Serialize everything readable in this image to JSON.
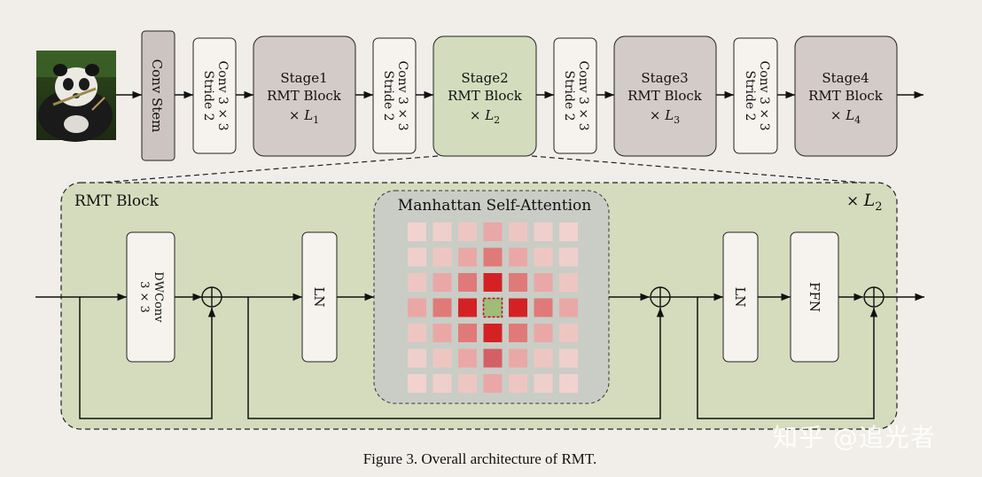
{
  "stem": {
    "label": "Conv Stem"
  },
  "downsample": {
    "line1": "Conv 3 × 3",
    "line2": "Stride 2"
  },
  "stages": [
    {
      "name": "Stage1",
      "block": "RMT Block",
      "repeat": "×",
      "L_sym": "L",
      "L_sub": "1",
      "color": "#d3cbc7"
    },
    {
      "name": "Stage2",
      "block": "RMT Block",
      "repeat": "×",
      "L_sym": "L",
      "L_sub": "2",
      "color": "#d3dcbc"
    },
    {
      "name": "Stage3",
      "block": "RMT Block",
      "repeat": "×",
      "L_sym": "L",
      "L_sub": "3",
      "color": "#d3cbc7"
    },
    {
      "name": "Stage4",
      "block": "RMT Block",
      "repeat": "×",
      "L_sym": "L",
      "L_sub": "4",
      "color": "#d3cbc7"
    }
  ],
  "rmt_block": {
    "title": "RMT Block",
    "repeat": "×",
    "L_sym": "L",
    "L_sub": "2",
    "dwconv": {
      "line1": "DWConv",
      "line2": "3 × 3"
    },
    "ln": "LN",
    "ffn": "FFN",
    "attention": {
      "title": "Manhattan Self-Attention",
      "center_color": "#9fbc78",
      "grid_colors": [
        [
          "#f1d2cf",
          "#efcfcb",
          "#edc6c2",
          "#e9a8a6",
          "#edc6c2",
          "#efcfcb",
          "#f1d2cf"
        ],
        [
          "#efcfcb",
          "#edc6c2",
          "#e9a8a6",
          "#e07a78",
          "#e9a8a6",
          "#edc6c2",
          "#efcfcb"
        ],
        [
          "#edc6c2",
          "#e9a8a6",
          "#e07a78",
          "#d42224",
          "#e07a78",
          "#e9a8a6",
          "#edc6c2"
        ],
        [
          "#e9a8a6",
          "#e07a78",
          "#d42224",
          "#9fbc78",
          "#d42224",
          "#e07a78",
          "#e9a8a6"
        ],
        [
          "#edc6c2",
          "#e9a8a6",
          "#e07a78",
          "#d42224",
          "#e07a78",
          "#e9a8a6",
          "#edc6c2"
        ],
        [
          "#efcfcb",
          "#edc6c2",
          "#e9a8a6",
          "#d46066",
          "#e9a8a6",
          "#edc6c2",
          "#efcfcb"
        ],
        [
          "#f1d2cf",
          "#efcfcb",
          "#edc6c2",
          "#e9a8a6",
          "#edc6c2",
          "#efcfcb",
          "#f1d2cf"
        ]
      ]
    }
  },
  "caption": "Figure 3. Overall architecture of RMT.",
  "watermark": "知乎 @追光者",
  "colors": {
    "stem": "#ccc4c0",
    "block_fill": "#d5dcbd",
    "attention_fill": "#c9cdc6",
    "white_box": "#f6f2ee"
  }
}
